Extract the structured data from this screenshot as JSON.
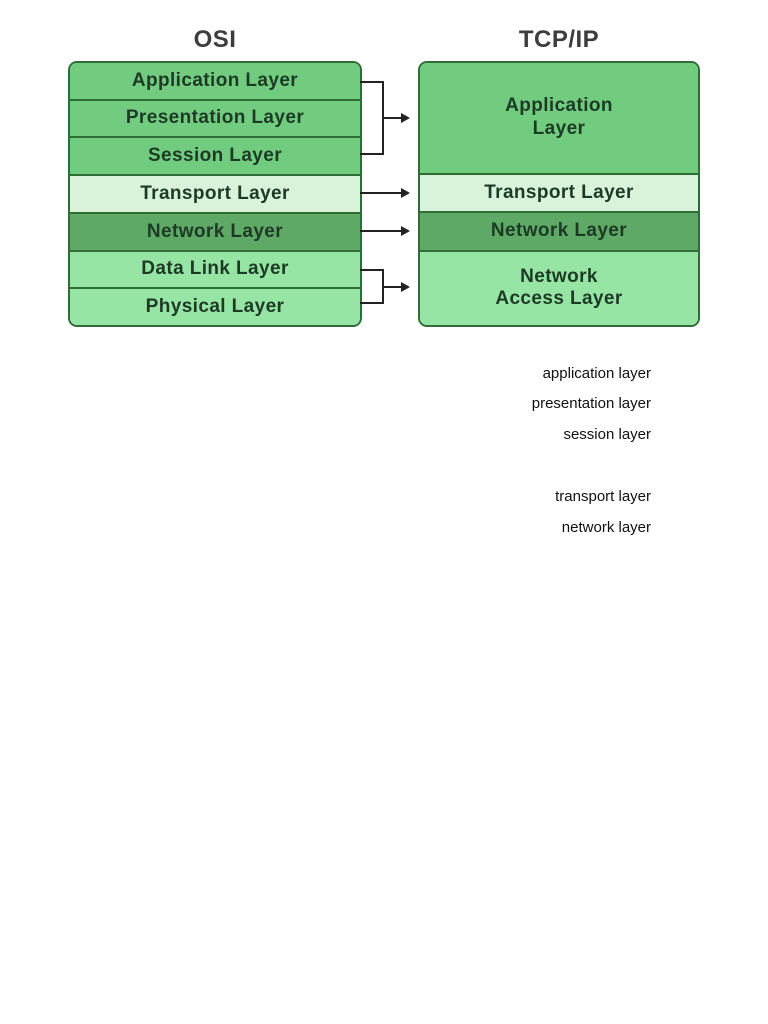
{
  "titles": {
    "osi": "OSI",
    "tcpip": "TCP/IP"
  },
  "osi": {
    "layers": [
      {
        "label": "Application Layer",
        "tone": "medium"
      },
      {
        "label": "Presentation Layer",
        "tone": "medium"
      },
      {
        "label": "Session Layer",
        "tone": "medium"
      },
      {
        "label": "Transport Layer",
        "tone": "pale"
      },
      {
        "label": "Network Layer",
        "tone": "dark"
      },
      {
        "label": "Data Link Layer",
        "tone": "light"
      },
      {
        "label": "Physical Layer",
        "tone": "light"
      }
    ]
  },
  "tcpip": {
    "layers": [
      {
        "label": "Application\nLayer",
        "tone": "medium"
      },
      {
        "label": "Transport Layer",
        "tone": "pale"
      },
      {
        "label": "Network Layer",
        "tone": "dark"
      },
      {
        "label": "Network\nAccess Layer",
        "tone": "light"
      }
    ]
  },
  "connections": [
    {
      "from": "Application / Presentation / Session (OSI)",
      "to": "Application Layer (TCP/IP)",
      "type": "bracket-arrow"
    },
    {
      "from": "Transport Layer (OSI)",
      "to": "Transport Layer (TCP/IP)",
      "type": "arrow"
    },
    {
      "from": "Network Layer (OSI)",
      "to": "Network Layer (TCP/IP)",
      "type": "arrow"
    },
    {
      "from": "Data Link / Physical (OSI)",
      "to": "Network Access Layer (TCP/IP)",
      "type": "bracket-arrow"
    }
  ],
  "annotations": [
    "application layer",
    "presentation layer",
    "session layer",
    "transport layer",
    "network layer"
  ],
  "colors": {
    "layer_green_medium": "#71cc80",
    "layer_green_pale": "#d9f3db",
    "layer_green_dark": "#5fa966",
    "layer_green_light": "#97e5a5",
    "outline_green": "#2e6e36",
    "layer_text": "#1d3a25",
    "title_text": "#3d3d3d",
    "arrow": "#222222",
    "annotation_text": "#111111"
  }
}
